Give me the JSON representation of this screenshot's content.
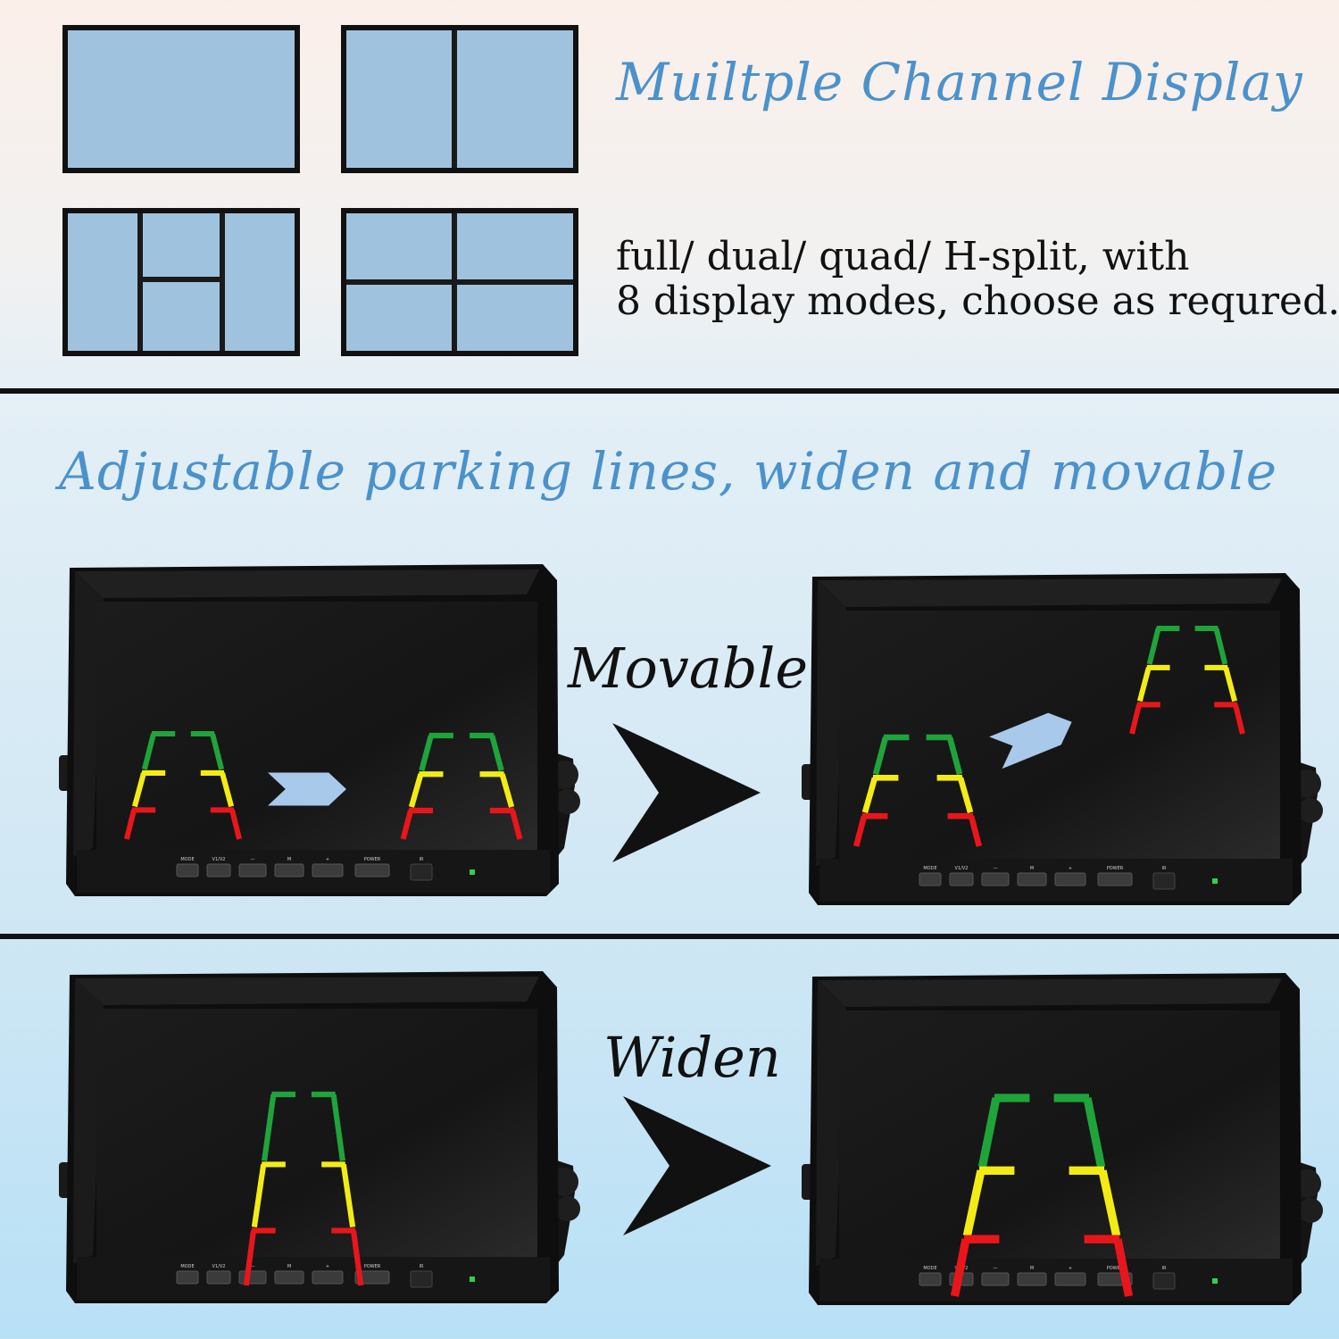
{
  "section_channel": {
    "title": "Muiltple Channel Display",
    "description_line1": "full/ dual/ quad/ H-split, with",
    "description_line2": "8 display modes, choose as requred."
  },
  "section_parking": {
    "title": "Adjustable parking lines, widen and movable",
    "movable_label": "Movable",
    "widen_label": "Widen"
  },
  "monitor_buttons": [
    "MODE",
    "V1/V2",
    "—",
    "M",
    "+",
    "POWER",
    "IR"
  ],
  "colors": {
    "accent_blue": "#4b92cc",
    "pane_blue": "#9fc3de",
    "guide_green": "#1fa43a",
    "guide_yellow": "#f3ec14",
    "guide_red": "#e8161b",
    "arrow_light_blue": "#a9c9ea",
    "power_led": "#2fd14a"
  },
  "icons": [
    "right-arrow-icon",
    "chevron-arrow-icon"
  ]
}
